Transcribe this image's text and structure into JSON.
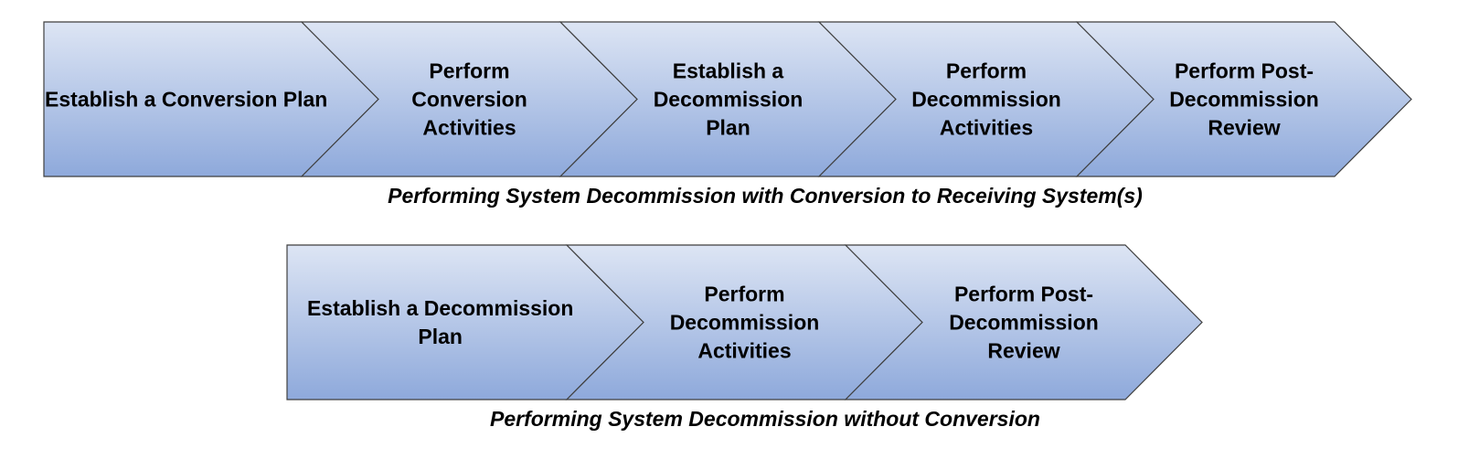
{
  "colors": {
    "fill_top": "#dde5f4",
    "fill_bottom": "#8ea9db",
    "stroke": "#3f3f3f"
  },
  "row1": {
    "caption": "Performing System Decommission with Conversion to Receiving System(s)",
    "steps": [
      {
        "lines": [
          "Establish a Conversion Plan"
        ]
      },
      {
        "lines": [
          "Perform",
          "Conversion",
          "Activities"
        ]
      },
      {
        "lines": [
          "Establish a",
          "Decommission",
          "Plan"
        ]
      },
      {
        "lines": [
          "Perform",
          "Decommission",
          "Activities"
        ]
      },
      {
        "lines": [
          "Perform Post-",
          "Decommission",
          "Review"
        ]
      }
    ]
  },
  "row2": {
    "caption": "Performing System Decommission without Conversion",
    "steps": [
      {
        "lines": [
          "Establish a Decommission",
          "Plan"
        ]
      },
      {
        "lines": [
          "Perform",
          "Decommission",
          "Activities"
        ]
      },
      {
        "lines": [
          "Perform Post-",
          "Decommission",
          "Review"
        ]
      }
    ]
  }
}
